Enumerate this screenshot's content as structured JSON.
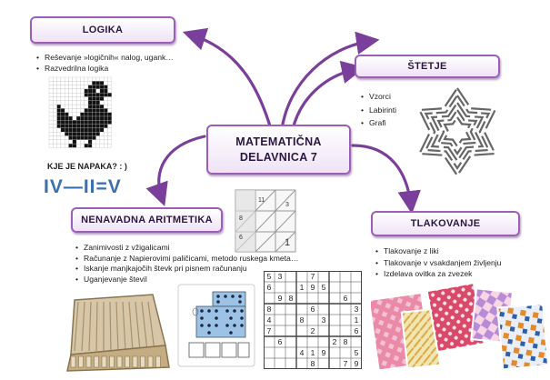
{
  "center": {
    "line1": "MATEMATIČNA",
    "line2": "DELAVNICA 7"
  },
  "logika": {
    "title": "LOGIKA",
    "items": [
      "Reševanje »logičnih« nalog, ugank…",
      "Razvedrilna logika"
    ]
  },
  "stetje": {
    "title": "ŠTETJE",
    "items": [
      "Vzorci",
      "Labirinti",
      "Grafi"
    ]
  },
  "aritmetika": {
    "title": "NENAVADNA ARITMETIKA",
    "items": [
      "Zanimivosti z vžigalicami",
      "Računanje z Napierovimi paličicami, metodo ruskega kmeta…",
      "Iskanje manjkajočih števk pri pisnem računanju",
      "Uganjevanje števil"
    ]
  },
  "tlakovanje": {
    "title": "TLAKOVANJE",
    "items": [
      "Tlakovanje z liki",
      "Tlakovanje v vsakdanjem življenju",
      "Izdelava ovitka za zvezek"
    ]
  },
  "puzzle": {
    "question": "KJE JE NAPAKA? : )",
    "equation": "IV—II=V"
  },
  "napier": {
    "cells": [
      "11",
      "3",
      "8",
      "6",
      "1"
    ]
  },
  "sudoku": {
    "rows": [
      [
        "5",
        "3",
        "",
        "",
        "7",
        "",
        "",
        "",
        ""
      ],
      [
        "6",
        "",
        "",
        "1",
        "9",
        "5",
        "",
        "",
        ""
      ],
      [
        "",
        "9",
        "8",
        "",
        "",
        "",
        "",
        "6",
        ""
      ],
      [
        "8",
        "",
        "",
        "",
        "6",
        "",
        "",
        "",
        "3"
      ],
      [
        "4",
        "",
        "",
        "8",
        "",
        "3",
        "",
        "",
        "1"
      ],
      [
        "7",
        "",
        "",
        "",
        "2",
        "",
        "",
        "",
        "6"
      ],
      [
        "",
        "6",
        "",
        "",
        "",
        "",
        "2",
        "8",
        ""
      ],
      [
        "",
        "",
        "",
        "4",
        "1",
        "9",
        "",
        "",
        "5"
      ],
      [
        "",
        "",
        "",
        "",
        "8",
        "",
        "",
        "7",
        "9"
      ]
    ]
  },
  "colors": {
    "border": "#9b5fb8",
    "arrow": "#7a3f9a",
    "text": "#2a1840"
  }
}
